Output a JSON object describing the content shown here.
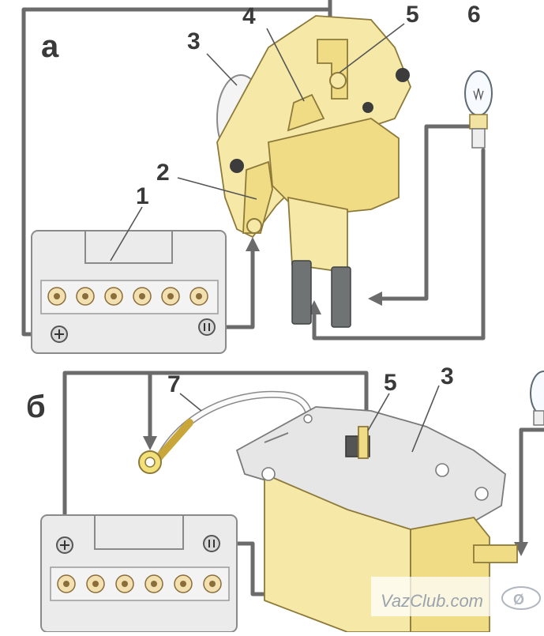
{
  "diagram": {
    "sections": {
      "a": "а",
      "b": "б"
    },
    "labels": {
      "battery": "1",
      "terminal": "2",
      "regulator": "3",
      "contact": "4",
      "terminal_top": "5",
      "lamp": "6",
      "wire": "7"
    },
    "watermark": "VazClub.com",
    "colors": {
      "wire": "#6b6b6b",
      "regulator_body": "#f6e9a8",
      "battery_body": "#ebebeb"
    }
  }
}
